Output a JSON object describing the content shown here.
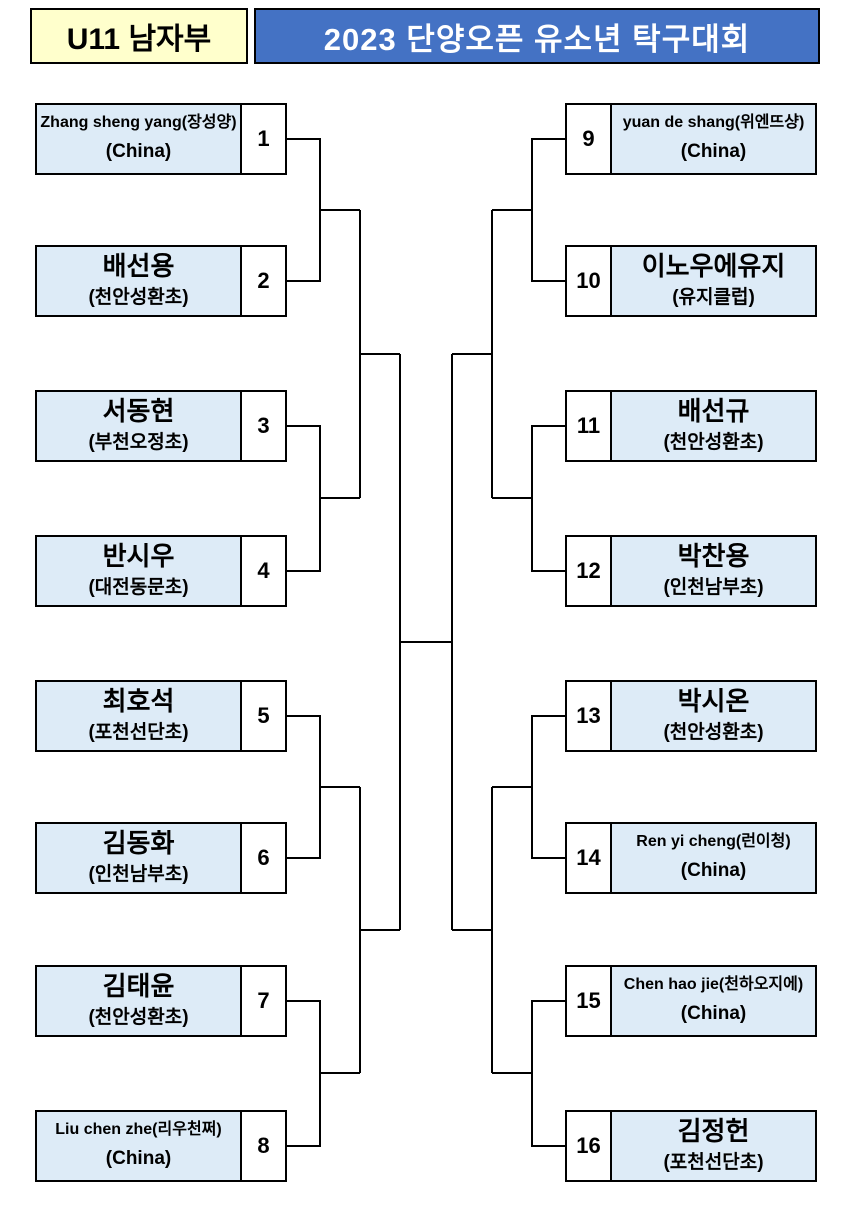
{
  "header": {
    "division": "U11 남자부",
    "title": "2023 단양오픈 유소년 탁구대회"
  },
  "colors": {
    "division_bg": "#FFFFCC",
    "title_bg": "#4472C4",
    "title_text": "#FFFFFF",
    "player_bg": "#DDEBF7",
    "line": "#000000"
  },
  "players": {
    "left": [
      {
        "seed": "1",
        "name": "Zhang sheng yang(장성양)",
        "club": "(China)"
      },
      {
        "seed": "2",
        "name": "배선용",
        "club": "(천안성환초)"
      },
      {
        "seed": "3",
        "name": "서동현",
        "club": "(부천오정초)"
      },
      {
        "seed": "4",
        "name": "반시우",
        "club": "(대전동문초)"
      },
      {
        "seed": "5",
        "name": "최호석",
        "club": "(포천선단초)"
      },
      {
        "seed": "6",
        "name": "김동화",
        "club": "(인천남부초)"
      },
      {
        "seed": "7",
        "name": "김태윤",
        "club": "(천안성환초)"
      },
      {
        "seed": "8",
        "name": "Liu chen zhe(리우천쩌)",
        "club": "(China)"
      }
    ],
    "right": [
      {
        "seed": "9",
        "name": "yuan de shang(위엔뜨샹)",
        "club": "(China)"
      },
      {
        "seed": "10",
        "name": "이노우에유지",
        "club": "(유지클럽)"
      },
      {
        "seed": "11",
        "name": "배선규",
        "club": "(천안성환초)"
      },
      {
        "seed": "12",
        "name": "박찬용",
        "club": "(인천남부초)"
      },
      {
        "seed": "13",
        "name": "박시온",
        "club": "(천안성환초)"
      },
      {
        "seed": "14",
        "name": "Ren yi cheng(런이청)",
        "club": "(China)"
      },
      {
        "seed": "15",
        "name": "Chen hao jie(천하오지에)",
        "club": "(China)"
      },
      {
        "seed": "16",
        "name": "김정헌",
        "club": "(포천선단초)"
      }
    ]
  }
}
